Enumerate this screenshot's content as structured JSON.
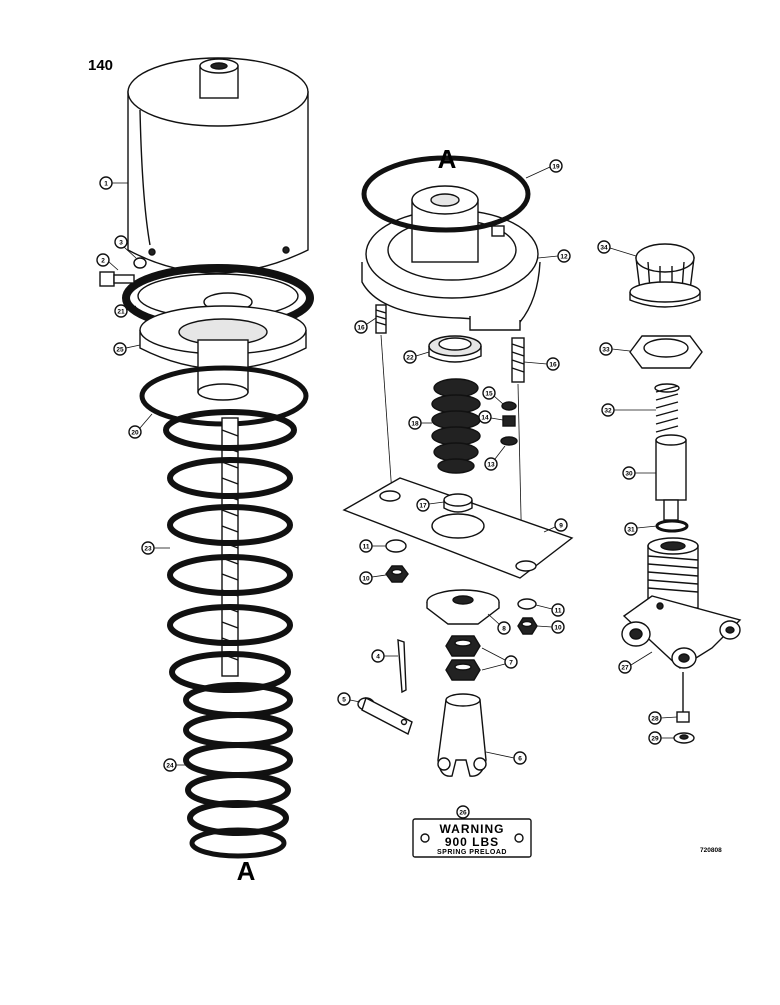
{
  "page_number": "140",
  "section_labels": [
    "A",
    "A"
  ],
  "callouts": [
    "1",
    "2",
    "3",
    "21",
    "25",
    "20",
    "23",
    "24",
    "19",
    "12",
    "16",
    "22",
    "16",
    "15",
    "14",
    "18",
    "13",
    "17",
    "9",
    "11",
    "10",
    "6",
    "11",
    "10",
    "7",
    "4",
    "5",
    "8",
    "26",
    "34",
    "33",
    "32",
    "30",
    "31",
    "27",
    "28",
    "29"
  ],
  "warning_plate": {
    "line1": "WARNING",
    "line2": "900 LBS",
    "line3": "SPRING PRELOAD"
  },
  "drawing_code": "720808"
}
